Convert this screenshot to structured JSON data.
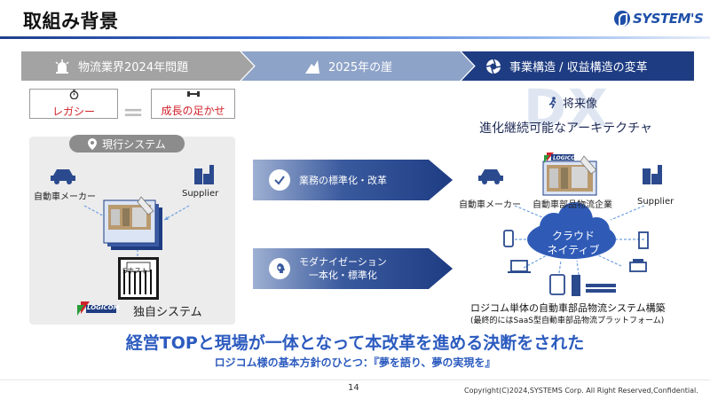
{
  "header": {
    "title": "取組み背景",
    "logo_text": "SYSTEM'S"
  },
  "phases": [
    {
      "label": "物流業界2024年問題",
      "icon": "siren-icon",
      "color": "#a3a3a3"
    },
    {
      "label": "2025年の崖",
      "icon": "cliff-climber-icon",
      "color": "#8ea3c8"
    },
    {
      "label": "事業構造 / 収益構造の変革",
      "icon": "aperture-icon",
      "color": "#1e3c82"
    }
  ],
  "legacy": {
    "left_pill": "レガシー",
    "right_pill": "成長の足かせ",
    "equals": "＝",
    "tab_label": "現行システム",
    "car_maker": "自動車メーカー",
    "supplier": "Supplier",
    "host_label": "Sホスト",
    "logo_label": "LOGICOM",
    "own_system": "独自システム"
  },
  "arrows": [
    {
      "label": "業務の標準化・改革",
      "icon": "check-circle-icon"
    },
    {
      "label_line1": "モダナイゼーション",
      "label_line2": "一本化・標準化",
      "icon": "head-gear-icon"
    }
  ],
  "future": {
    "watermark": "DX",
    "label": "将来像",
    "subtitle": "進化継続可能なアーキテクチャ",
    "car_maker": "自動車メーカー",
    "parts_logistics": "自動車部品物流企業",
    "supplier": "Supplier",
    "logo_label": "LOGICOM",
    "cloud_line1": "クラウド",
    "cloud_line2": "ネイティブ",
    "caption": "ロジコム単体の自動車部品物流システム構築",
    "caption_sub": "(最終的にはSaaS型自動車部品物流プラットフォーム)"
  },
  "headline": "経営TOPと現場が一体となって本改革を進める決断をされた",
  "subline": "ロジコム様の基本方針のひとつ：『夢を語り、夢の実現を』",
  "footer": {
    "page": "14",
    "copyright": "Copyright(C)2024,SYSTEMS Corp. All Right Reserved,Confidential."
  },
  "colors": {
    "accent_blue": "#2c5bbf",
    "navy": "#1e3c82",
    "legacy_red": "#d0222a",
    "cloud_blue": "#2f5bb7"
  }
}
